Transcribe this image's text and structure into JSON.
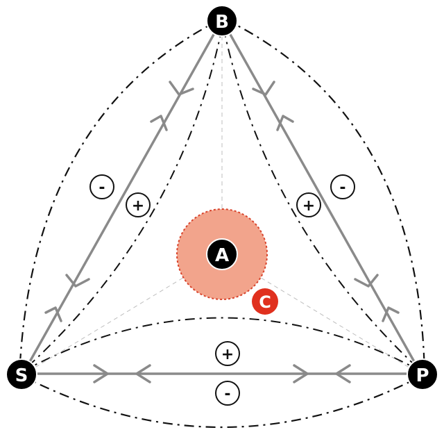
{
  "nodes": {
    "b": {
      "label": "B"
    },
    "s": {
      "label": "S"
    },
    "p": {
      "label": "P"
    },
    "a": {
      "label": "A"
    },
    "c": {
      "label": "C"
    }
  },
  "signs": {
    "left_outer": "-",
    "left_inner": "+",
    "right_outer": "-",
    "right_inner": "+",
    "bottom_inner": "+",
    "bottom_outer": "-"
  },
  "colors": {
    "node_fill": "#000000",
    "node_text": "#ffffff",
    "edge_gray": "#8a8a8a",
    "dashdot": "#111111",
    "halo_fill": "#f2a48c",
    "halo_stroke": "#d8432b",
    "c_badge": "#e0301e"
  }
}
